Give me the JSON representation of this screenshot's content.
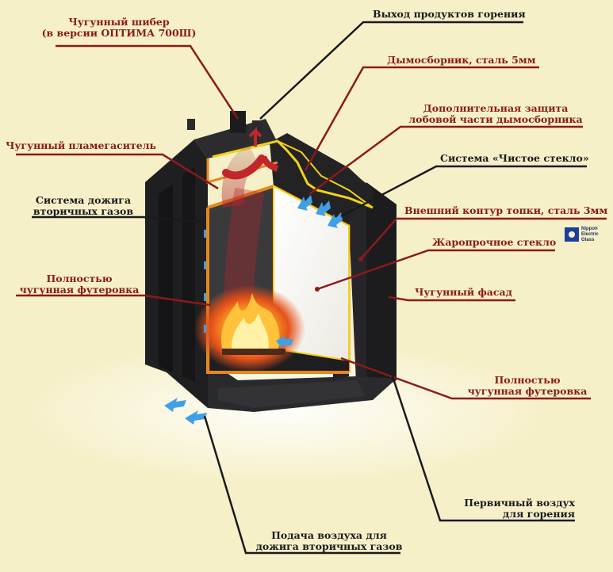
{
  "labels": {
    "damper": "Чугунный шибер",
    "damper_note": "(в версии ОПТИМА 700Ш)",
    "flue_exit": "Выход продуктов горения",
    "smoke_collector": "Дымосборник, сталь 5мм",
    "extra_protection_1": "Дополнительная защита",
    "extra_protection_2": "лобовой части дымосборника",
    "clean_glass": "Система «Чистое стекло»",
    "flame_arrester": "Чугунный пламегаситель",
    "afterburn_1": "Система дожига",
    "afterburn_2": "вторичных газов",
    "outer_contour": "Внешний контур топки, сталь 3мм",
    "heat_glass": "Жаропрочное стекло",
    "cast_iron_lining_left_1": "Полностью",
    "cast_iron_lining_left_2": "чугунная футеровка",
    "cast_iron_facade": "Чугунный фасад",
    "cast_iron_lining_right_1": "Полностью",
    "cast_iron_lining_right_2": "чугунная футеровка",
    "primary_air_1": "Первичный воздух",
    "primary_air_2": "для горения",
    "secondary_air_1": "Подача воздуха для",
    "secondary_air_2": "дожига вторичных газов"
  },
  "logo": {
    "line1": "Nippon",
    "line2": "Electric",
    "line3": "Glass"
  },
  "colors": {
    "background": "#f6f0c9",
    "red_label": "#8b1a1a",
    "dark_label": "#1a1a1a",
    "body_steel": "#2b2b2d",
    "lining_orange": "#e8861e",
    "yellow_edge": "#f2d21a",
    "air_blue": "#3fa0e6",
    "hot_red": "#c0262c"
  }
}
